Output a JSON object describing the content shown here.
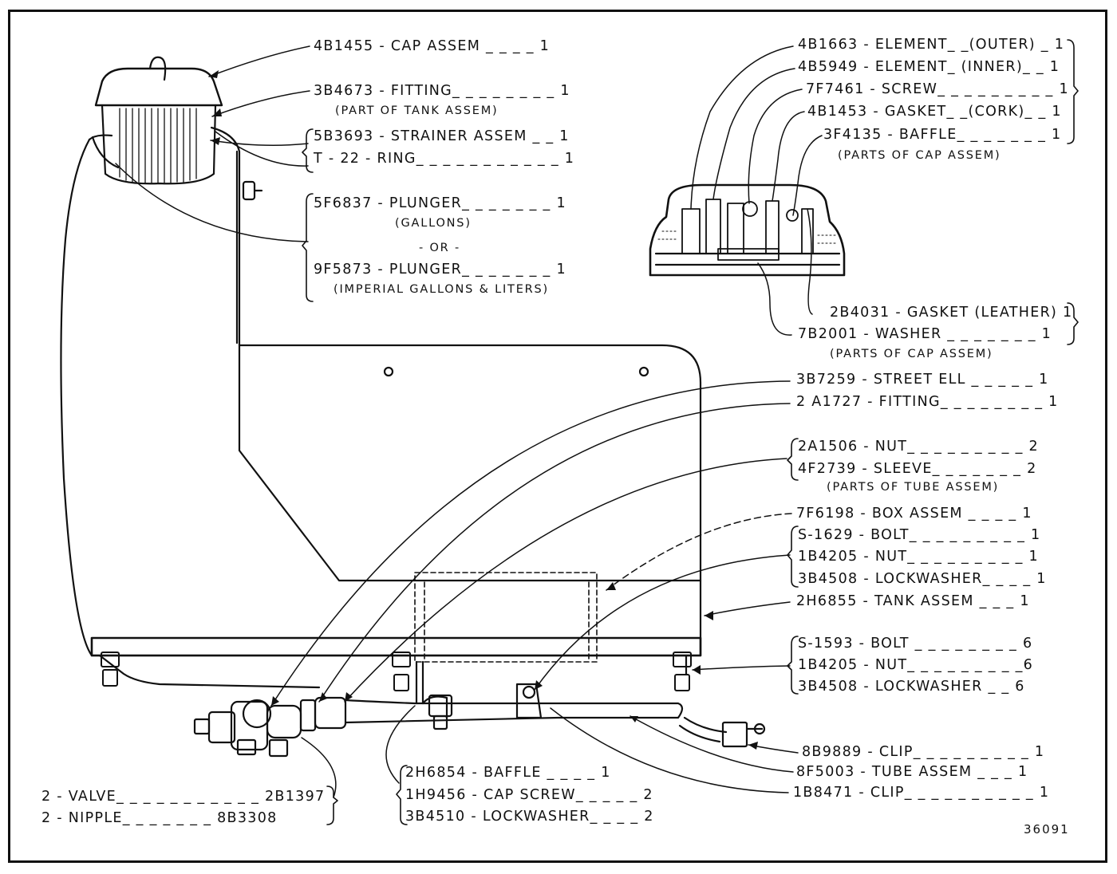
{
  "figure_number": "36091",
  "labels": {
    "cap_assem": "4B1455 - CAP ASSEM _ _ _ _ 1",
    "fitting_3b4673": "3B4673 - FITTING_ _ _ _ _ _ _ _ 1",
    "part_of_tank": "(PART OF TANK ASSEM)",
    "strainer": "5B3693 - STRAINER ASSEM _ _ 1",
    "ring": "T - 22 - RING_ _ _ _ _ _ _ _ _ _ _ 1",
    "plunger_gal": "5F6837 - PLUNGER_ _ _ _ _ _ _ 1",
    "gallons": "(GALLONS)",
    "or": "- OR -",
    "plunger_imp": "9F5873 - PLUNGER_ _ _ _ _ _ _ 1",
    "imperial": "(IMPERIAL GALLONS & LITERS)",
    "element_outer": "4B1663 - ELEMENT_ _(OUTER) _ 1",
    "element_inner": "4B5949 - ELEMENT_ (INNER)_ _ 1",
    "screw": "7F7461 - SCREW_ _ _ _ _ _ _ _ _ 1",
    "gasket_cork": "4B1453 - GASKET_ _(CORK)_ _ 1",
    "baffle_cap": "3F4135 - BAFFLE_ _ _ _ _ _ _ 1",
    "parts_of_cap_1": "(PARTS OF CAP ASSEM)",
    "gasket_leather": "2B4031 - GASKET (LEATHER) 1",
    "washer": "7B2001 - WASHER _ _ _ _ _ _ _ 1",
    "parts_of_cap_2": "(PARTS OF CAP ASSEM)",
    "street_ell": "3B7259 - STREET ELL _ _ _ _ _ 1",
    "fitting_2a1727": "2 A1727 - FITTING_ _ _ _ _ _ _ _ 1",
    "nut_2a1506": "2A1506 - NUT_ _ _ _ _ _ _ _ _ 2",
    "sleeve": "4F2739 - SLEEVE_ _ _ _ _ _ _ 2",
    "parts_of_tube": "(PARTS OF TUBE ASSEM)",
    "box_assem": "7F6198 - BOX ASSEM _ _ _ _ 1",
    "bolt_1629": "S-1629 - BOLT_ _ _ _ _ _ _ _ _ 1",
    "nut_1b4205_a": "1B4205 - NUT_ _ _ _ _ _ _ _ _ 1",
    "lockwasher_a": "3B4508 - LOCKWASHER_ _ _ _ 1",
    "tank_assem": "2H6855 - TANK ASSEM _ _ _ 1",
    "bolt_1593": "S-1593 - BOLT _ _ _ _ _ _ _ _ 6",
    "nut_1b4205_b": "1B4205 - NUT_ _ _ _ _ _ _ _ _6",
    "lockwasher_b": "3B4508 - LOCKWASHER _ _ 6",
    "clip_8b9889": "8B9889 - CLIP_ _ _ _ _ _ _ _ _ 1",
    "tube_assem": "8F5003 - TUBE ASSEM _ _ _ 1",
    "clip_1b8471": "1B8471 - CLIP_ _ _ _ _ _ _ _ _ _ 1",
    "baffle_2h6854": "2H6854 - BAFFLE _ _ _ _ 1",
    "cap_screw": "1H9456 - CAP SCREW_ _ _ _ _ 2",
    "lockwasher_3b4510": "3B4510 - LOCKWASHER_ _ _ _ 2",
    "valve": "2 - VALVE_ _ _ _ _ _ _ _ _ _ _ 2B1397",
    "nipple": "2 - NIPPLE_ _ _ _ _ _ _ 8B3308"
  }
}
